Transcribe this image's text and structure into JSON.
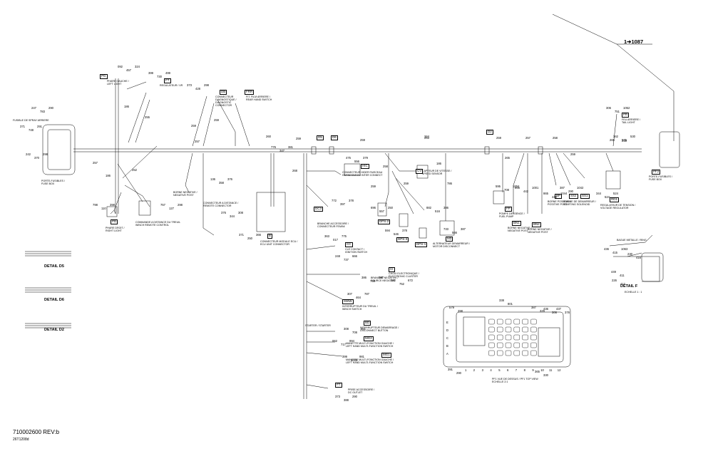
{
  "reference": {
    "label": "1➔1087"
  },
  "document": {
    "number": "710002600 REV:b",
    "sub": "26T1208d"
  },
  "details": {
    "d5": "DETAIL D5",
    "d6": "DETAIL D6",
    "d2": "DETAIL D2",
    "f_title": "DETAIL F",
    "f_scale": "ECHELLE 1 : 1"
  },
  "connectors": {
    "PG": "PG",
    "FT": "FT",
    "DB": "DB",
    "FRR": "FRR",
    "PD": "PD",
    "B": "B",
    "D5": "D5",
    "D6": "D6",
    "D2": "D2",
    "HIC": "HIC",
    "CV": "CV",
    "DC3": "DC3",
    "DPS2": "DPS-2",
    "DPS3": "DPS-3",
    "DPS1": "DPS-1",
    "M3": "M3",
    "FP": "FP",
    "BN1": "BN1",
    "BN2": "BN2",
    "BP": "BP",
    "SS2": "SS2",
    "SS1": "SS1",
    "PR": "PR",
    "RD1": "RD1",
    "PF2": "PF2",
    "CC": "CC",
    "CI": "CI",
    "SWW": "SWW",
    "BD": "BD",
    "MG2": "MG2",
    "MG1": "MG1",
    "PT": "PT"
  },
  "descriptions": {
    "PG": "PHARE GAUCHE /\nLEFT LIGHT",
    "FT": "REGULATEUR / VR",
    "DB": "CONNECTEUR\nDIAGNOSTIQUE /\nDIAGNOSTIC\nCONNECTOR",
    "FRR": "FIT. FILM ARRIERE /\nREAR HAND SWITCH",
    "fusebox_left": "PORTE-FUSIBLES /\nFUSE BOX",
    "fusebox_top": "FUSIBLE DE SPRAY ARRIERE",
    "PD": "PHARE DROIT /\nRIGHT LIGHT",
    "winch": "COMMANDE A DISTANCE DU TREUIL\nWINCH REMOTE CONTROL",
    "B": "CONNECTEUR MODULE ECU /\nECU UNIT CONNECTOR",
    "HIC": "CONNECTEUR HIDER FAISCEAU\nHARNESS/ECU INTER CONNECT",
    "CV": "CAPTEUR DE VITESSE /\nSPEED SENSOR",
    "DC3": "BRANCHE ACCESSOIRE /\nCONNECTEUR FEMINI",
    "M3": "ALTERNATEUR DEMARREUR /\nMOTOR DISCONNECT",
    "FP": "POMPE DESSENCE /\nFUEL PUMP",
    "BN1": "BORNE NEGATIVE /\nNEGATIVE POST",
    "BN2": "BORNE NEGATIVE /\nNEGATIVE POST",
    "BP": "BORNE POSITIVE /\nPOSITIVE POST",
    "SS": "BOBINE DE DEMARREUR /\nSTARTING SOLENOID",
    "PR": "FEU ARRIERE /\nTAIL LIGHT",
    "RD1": "REGULATEUR DE TENSION /\nVOLTAGE REGULATOR",
    "PF2": "PORTE-FUSIBLES /\nFUSE BOX",
    "CC": "CLE CONTACT /\nIGNITION SWITCH",
    "CI": "CHOIX ELECTRONIQUE /\nELECTRONIC CLUSTER",
    "SWW": "INTERRUPTEUR DU TREUIL /\nWINCH SWITCH",
    "BD": "INTERRUPTEUR DEMARRAGE /\nDISCONNECT BUTTON",
    "MG2": "MANETTE MULTI-FONCTION GAUCHE /\nLEFT HAND MULTI-FUNCTION SWITCH",
    "MG1": "MANETTE MULTI-FONCTION GAUCHE /\nLEFT HAND MULTI-FUNCTION SWITCH",
    "PT": "PRISE ACCESSOIRE /\nDC OUTLET",
    "fusebox_view": "PF1 VUE DE DESSUS / PF1 TOP VIEW\nECHELLE 2:1",
    "neg_post_left": "BORNE NEGATIVE /\nNEGATIVE POST",
    "remote": "CONNECTEUR A DISTANCE /\nREMOTE CONNECTOR",
    "starter": "STARTER / STARTER",
    "ground": "BRANCHE NEGATIVE /\nSOURCE NEGATIVE",
    "small_top": "BAGUE METALLE / RING"
  },
  "wire_numbers": [
    "186",
    "255",
    "257",
    "186",
    "252",
    "259",
    "257",
    "259",
    "260",
    "259",
    "259",
    "263",
    "264",
    "265",
    "186",
    "258",
    "259",
    "259",
    "786",
    "259",
    "257",
    "258",
    "259",
    "265",
    "258",
    "268"
  ],
  "part_codes": [
    "092",
    "399",
    "373",
    "247",
    "371",
    "242",
    "798",
    "757",
    "136",
    "376",
    "371",
    "776",
    "772",
    "475",
    "696",
    "594",
    "882",
    "733",
    "595",
    "866",
    "865",
    "387",
    "344",
    "306",
    "362",
    "363",
    "248",
    "386",
    "382",
    "307",
    "308",
    "062",
    "399",
    "373",
    "436",
    "449",
    "226",
    "230",
    "579",
    "338",
    "387",
    "436",
    "437",
    "391",
    "365",
    "457",
    "730",
    "428",
    "783",
    "748",
    "370",
    "110",
    "127",
    "358",
    "344",
    "250",
    "347",
    "397",
    "556",
    "557",
    "546",
    "516",
    "566",
    "708",
    "442",
    "446",
    "290",
    "524",
    "751",
    "575",
    "017",
    "737",
    "738",
    "752",
    "464",
    "708",
    "717",
    "1009",
    "388",
    "415",
    "411",
    "412",
    "416",
    "498",
    "801",
    "329",
    "306",
    "378",
    "290",
    "330",
    "324",
    "499",
    "298",
    "290",
    "291",
    "298",
    "398",
    "298",
    "376",
    "308",
    "366",
    "381",
    "378",
    "379",
    "250",
    "378",
    "386",
    "387",
    "1004",
    "1001",
    "1044",
    "1042",
    "524",
    "1052",
    "530",
    "775",
    "666",
    "887",
    "672",
    "787",
    "661",
    "994",
    "981",
    "290",
    "1063"
  ],
  "fuse_rows": [
    "E",
    "D",
    "C",
    "B",
    "A"
  ],
  "fuse_cols": [
    "1",
    "2",
    "3",
    "4",
    "5",
    "6",
    "7",
    "8",
    "9",
    "10",
    "11",
    "12"
  ]
}
